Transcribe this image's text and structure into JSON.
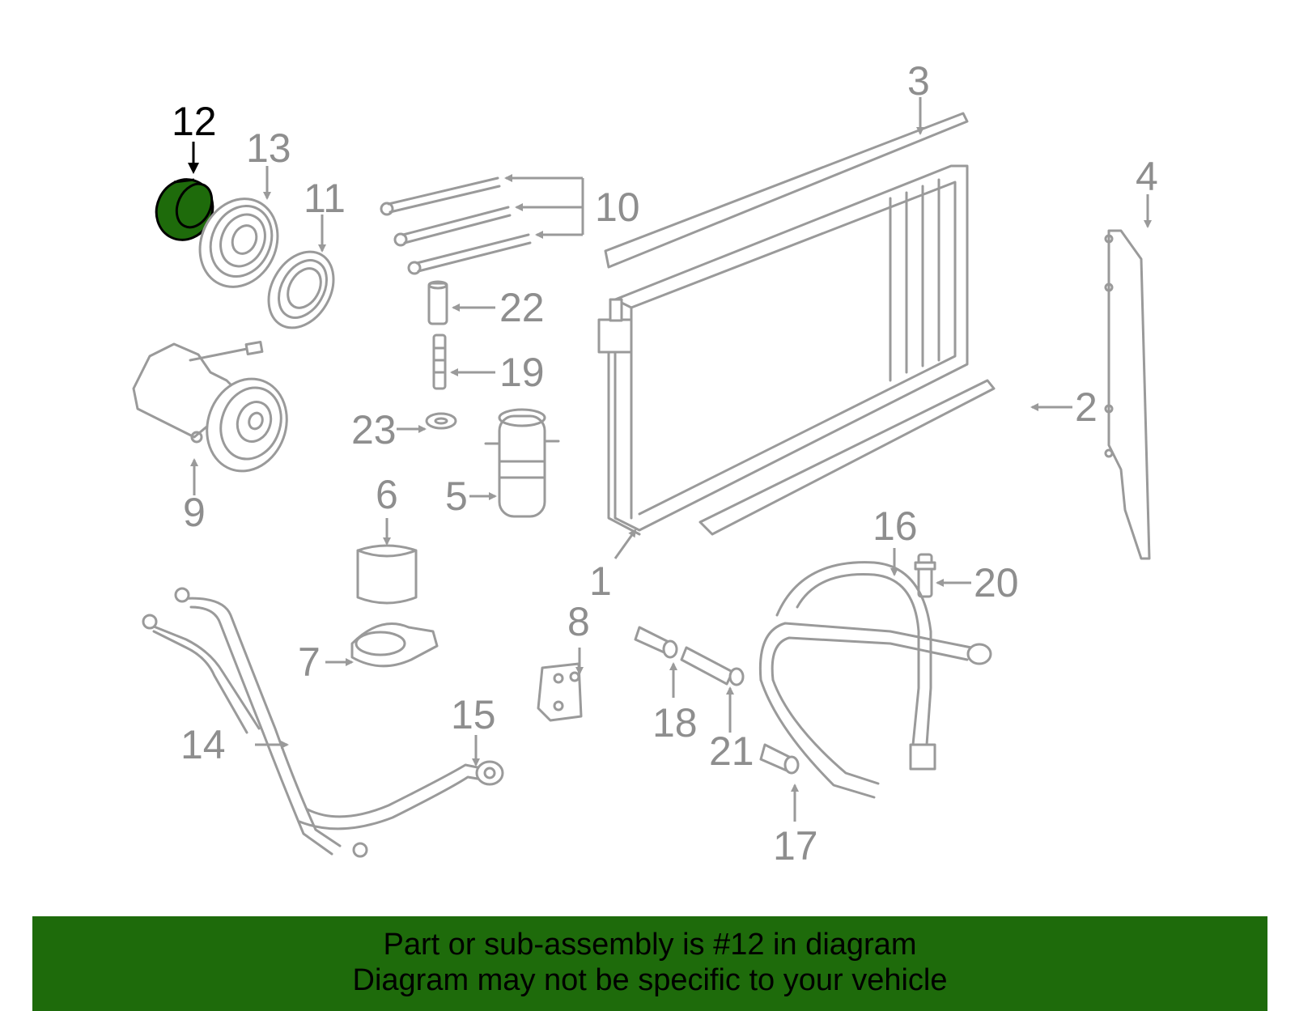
{
  "diagram": {
    "highlight_color": "#1e6b0b",
    "highlighted_part": "12",
    "callouts": {
      "c1": "1",
      "c2": "2",
      "c3": "3",
      "c4": "4",
      "c5": "5",
      "c6": "6",
      "c7": "7",
      "c8": "8",
      "c9": "9",
      "c10": "10",
      "c11": "11",
      "c12": "12",
      "c13": "13",
      "c14": "14",
      "c15": "15",
      "c16": "16",
      "c17": "17",
      "c18": "18",
      "c19": "19",
      "c20": "20",
      "c21": "21",
      "c22": "22",
      "c23": "23"
    }
  },
  "footer": {
    "line1": "Part or sub-assembly is #12 in diagram",
    "line2": "Diagram may not be specific to your vehicle"
  }
}
